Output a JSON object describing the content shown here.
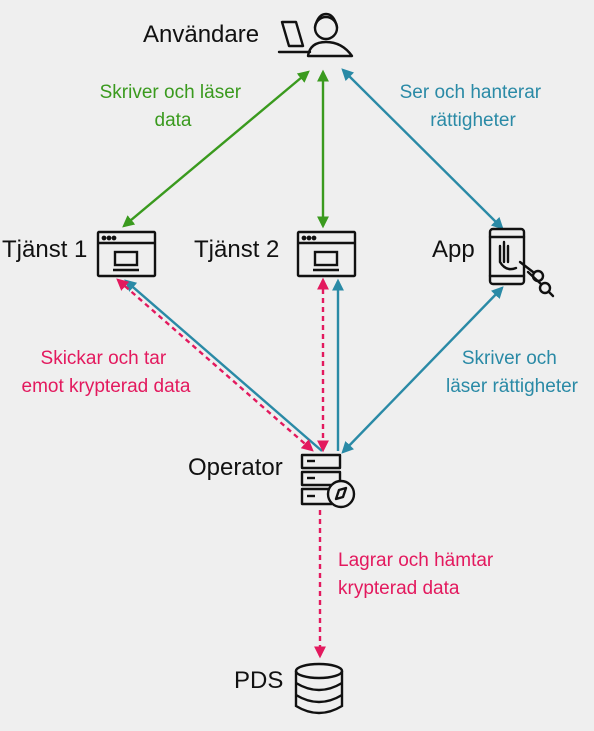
{
  "colors": {
    "background": "#efefef",
    "green": "#3a9a1e",
    "teal": "#2a8aa6",
    "pink": "#e3195e",
    "icon": "#111111"
  },
  "nodes": {
    "user": {
      "label": "Användare",
      "icon": "user-with-laptop-icon"
    },
    "service1": {
      "label": "Tjänst 1",
      "icon": "browser-window-icon"
    },
    "service2": {
      "label": "Tjänst 2",
      "icon": "browser-window-icon"
    },
    "app": {
      "label": "App",
      "icon": "phone-with-keys-icon"
    },
    "operator": {
      "label": "Operator",
      "icon": "server-with-compass-icon"
    },
    "pds": {
      "label": "PDS",
      "icon": "database-icon"
    }
  },
  "edges": {
    "user_services": {
      "line1": "Skriver och läser",
      "line2": "data"
    },
    "user_app": {
      "line1": "Ser och hanterar",
      "line2": "rättigheter"
    },
    "operator_service": {
      "line1": "Skickar och tar",
      "line2": "emot krypterad data"
    },
    "operator_app": {
      "line1": "Skriver och",
      "line2": "läser rättigheter"
    },
    "operator_pds": {
      "line1": "Lagrar och hämtar",
      "line2": "krypterad data"
    }
  }
}
